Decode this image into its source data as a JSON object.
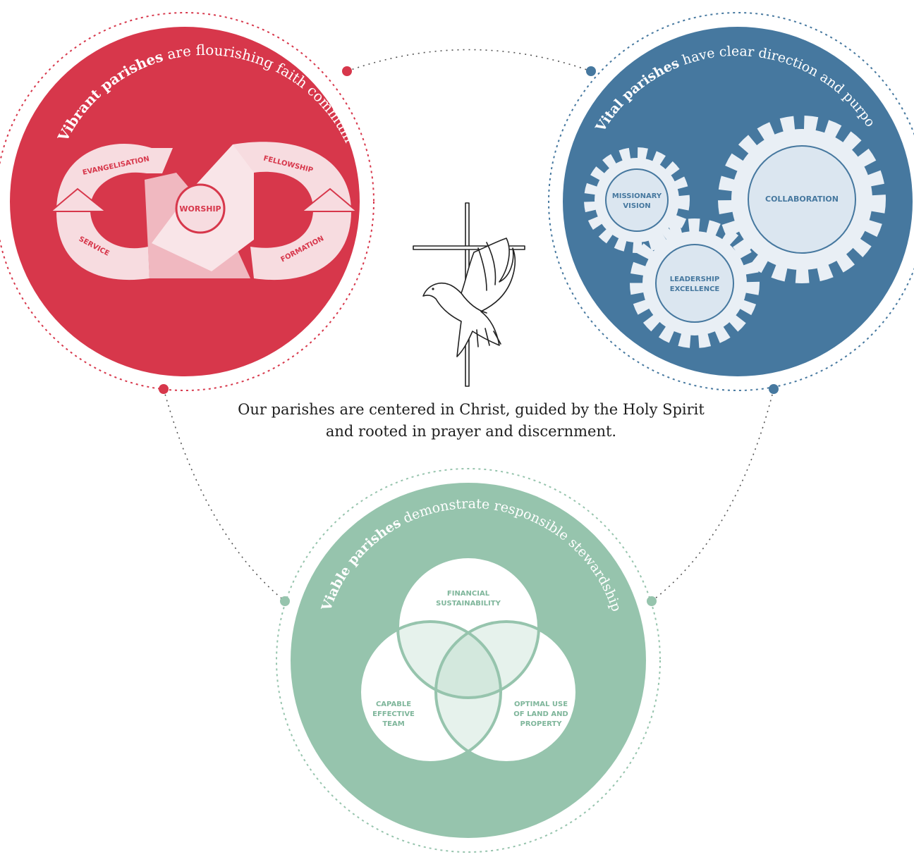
{
  "colors": {
    "vibrant": "#d7374b",
    "vital": "#46789f",
    "viable": "#96c4ad",
    "connector": "#555555"
  },
  "vibrant": {
    "title_bold": "Vibrant parishes",
    "title_rest": " are flourishing faith communities",
    "center": "WORSHIP",
    "labels": {
      "evangelisation": "EVANGELISATION",
      "fellowship": "FELLOWSHIP",
      "service": "SERVICE",
      "formation": "FORMATION"
    }
  },
  "vital": {
    "title_bold": "Vital parishes",
    "title_rest": " have clear direction and purpose",
    "gears": {
      "missionary_line1": "MISSIONARY",
      "missionary_line2": "VISION",
      "collaboration": "COLLABORATION",
      "leadership_line1": "LEADERSHIP",
      "leadership_line2": "EXCELLENCE"
    }
  },
  "viable": {
    "title_bold": "Viable parishes",
    "title_rest": " demonstrate responsible stewardship",
    "venn": {
      "top_line1": "FINANCIAL",
      "top_line2": "SUSTAINABILITY",
      "left_line1": "CAPABLE",
      "left_line2": "EFFECTIVE",
      "left_line3": "TEAM",
      "right_line1": "OPTIMAL USE",
      "right_line2": "OF LAND AND",
      "right_line3": "PROPERTY"
    }
  },
  "center": {
    "icon": "cross-dove-icon",
    "caption_line1": "Our parishes are centered in Christ, guided by the Holy Spirit",
    "caption_line2": "and rooted in prayer and discernment."
  }
}
